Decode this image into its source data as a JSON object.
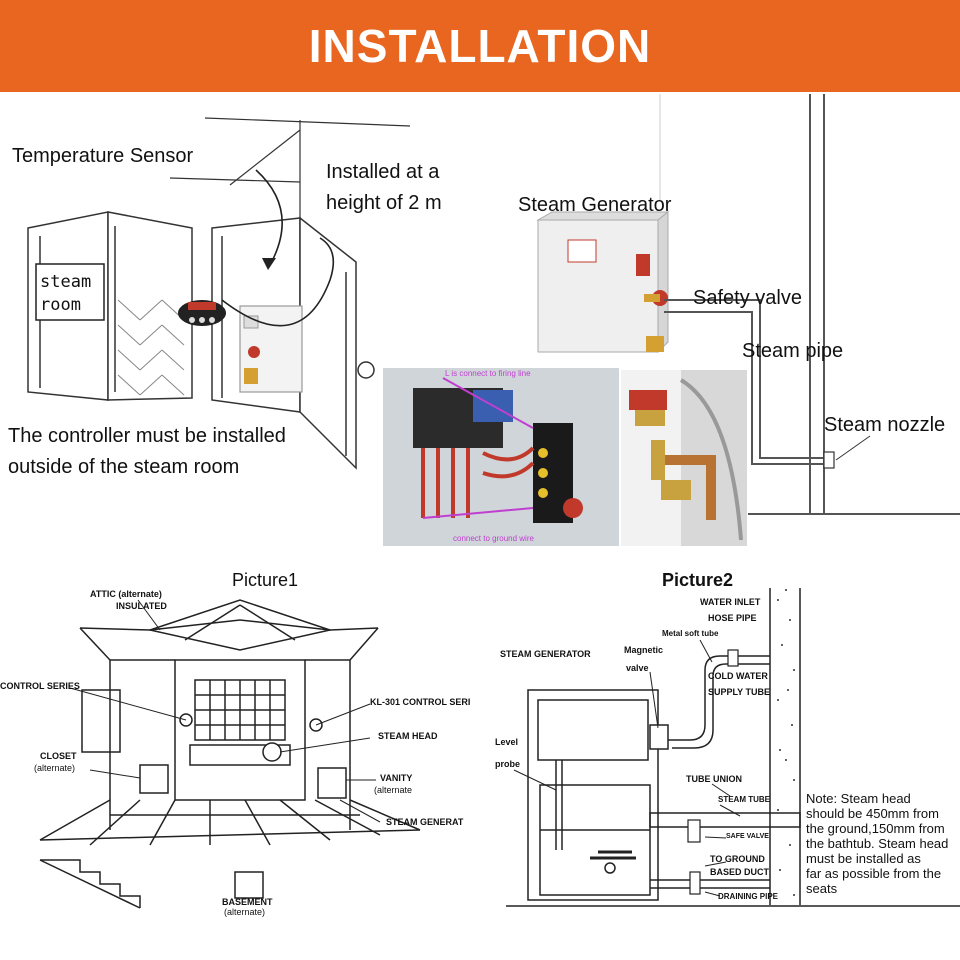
{
  "banner": {
    "title": "INSTALLATION",
    "color": "#e8661f"
  },
  "top": {
    "temperature_sensor": "Temperature Sensor",
    "height_line1": "Installed at a",
    "height_line2": "height of 2 m",
    "steam_generator": "Steam Generator",
    "safety_valve": "Safety valve",
    "steam_pipe": "Steam pipe",
    "steam_nozzle": "Steam nozzle",
    "controller_line1": "The controller must be installed",
    "controller_line2": "outside of the steam room",
    "room_sign_line1": "steam",
    "room_sign_line2": "room",
    "wiring_note_top": "L is connect to firing line",
    "wiring_note_bottom": "connect to ground wire"
  },
  "picture1": {
    "title": "Picture1",
    "attic_line1": "ATTIC  (alternate)",
    "attic_line2": "INSULATED",
    "control_series": "CONTROL SERIES",
    "kl301": "KL-301 CONTROL SERI",
    "steam_head": "STEAM HEAD",
    "closet_line1": "CLOSET",
    "closet_line2": "(alternate)",
    "vanity_line1": "VANITY",
    "vanity_line2": "(alternate",
    "steam_generator": "STEAM GENERAT",
    "basement_line1": "BASEMENT",
    "basement_line2": "(alternate)"
  },
  "picture2": {
    "title": "Picture2",
    "water_inlet_line1": "WATER INLET",
    "water_inlet_line2": "HOSE PIPE",
    "metal_soft_tube": "Metal soft tube",
    "steam_generator": "STEAM GENERATOR",
    "magnetic_line1": "Magnetic",
    "magnetic_line2": "valve",
    "cold_water_line1": "COLD WATER",
    "cold_water_line2": "SUPPLY TUBE",
    "level_line1": "Level",
    "level_line2": "probe",
    "tube_union": "TUBE UNION",
    "steam_tube": "STEAM TUBE",
    "safe_valve": "SAFE VALVE",
    "to_ground_line1": "TO GROUND",
    "to_ground_line2": "BASED DUCT",
    "draining_pipe": "DRAINING PIPE",
    "note_lines": [
      "Note: Steam head",
      "should be 450mm from",
      "the ground,150mm from",
      "the bathtub. Steam head",
      "must be installed as",
      "far as possible from the",
      "seats"
    ]
  }
}
